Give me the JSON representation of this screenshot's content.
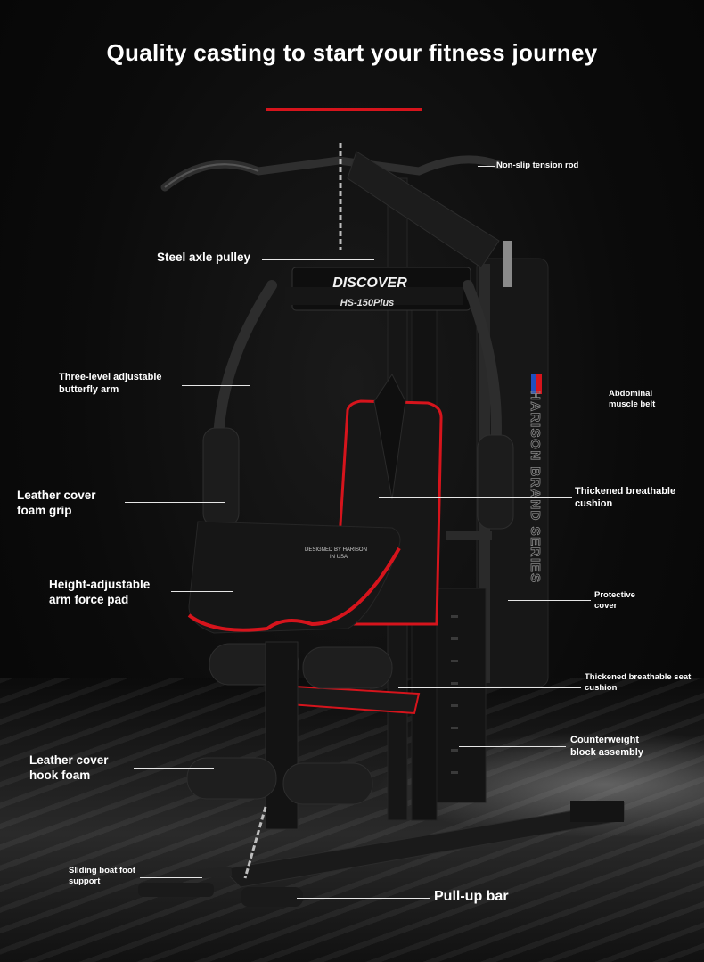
{
  "headline": "Quality casting to start your fitness journey",
  "colors": {
    "accent_red": "#d6141c",
    "background": "#0b0b0b",
    "text": "#ffffff"
  },
  "machine": {
    "brand_plate": "DISCOVER",
    "model_plate": "HS-150Plus",
    "pad_print_line1": "DESIGNED BY HARISON",
    "pad_print_line2": "IN USA",
    "column_text": "HARISON BRAND SERIES"
  },
  "labels": {
    "non_slip_rod": "Non-slip tension rod",
    "steel_axle_pulley": "Steel axle pulley",
    "butterfly_arm": "Three-level adjustable butterfly arm",
    "abdominal_belt": "Abdominal muscle belt",
    "leather_foam_grip": "Leather cover foam grip",
    "backrest_cushion": "Thickened breathable cushion",
    "arm_force_pad": "Height-adjustable arm force pad",
    "protective_cover": "Protective cover",
    "seat_cushion": "Thickened breathable seat cushion",
    "counterweight": "Counterweight block assembly",
    "hook_foam": "Leather cover hook foam",
    "foot_support": "Sliding boat foot support",
    "pullup_bar": "Pull-up bar"
  }
}
